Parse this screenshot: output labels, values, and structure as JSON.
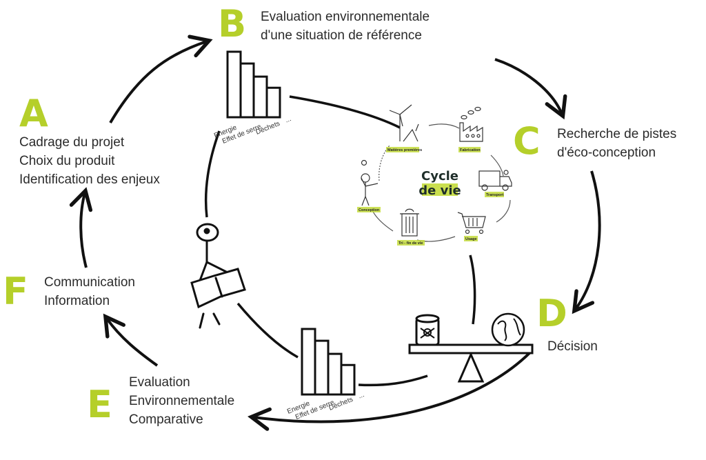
{
  "colors": {
    "accent": "#b5cf2a",
    "ink": "#111111",
    "text": "#2b2b2b"
  },
  "steps": [
    {
      "letter": "A",
      "lines": [
        "Cadrage du projet",
        "Choix du produit",
        "Identification des enjeux"
      ]
    },
    {
      "letter": "B",
      "lines": [
        "Evaluation environnementale",
        "d'une situation de référence"
      ]
    },
    {
      "letter": "C",
      "lines": [
        "Recherche de pistes",
        "d'éco-conception"
      ]
    },
    {
      "letter": "D",
      "lines": [
        "Décision"
      ]
    },
    {
      "letter": "E",
      "lines": [
        "Evaluation",
        "Environnementale",
        "Comparative"
      ]
    },
    {
      "letter": "F",
      "lines": [
        "Communication",
        "Information"
      ]
    }
  ],
  "bar_sketch_labels": [
    "Energie",
    "Effet de serre",
    "Déchets",
    "..."
  ],
  "bar_sketch_relative_heights": [
    1.0,
    0.82,
    0.62,
    0.45
  ],
  "life_cycle": {
    "title_line1": "Cycle",
    "title_line2": "de vie",
    "stages": [
      "Matières premières",
      "Fabrication",
      "Transport",
      "Usage",
      "Tri - fin de vie",
      "Conception"
    ]
  },
  "icons": [
    "wind-turbine-icon",
    "factory-icon",
    "truck-icon",
    "shopping-cart-icon",
    "trash-bin-icon",
    "stick-figure-idea-icon",
    "reading-stick-figure-icon",
    "balance-scale-icon",
    "toxic-barrel-icon",
    "globe-icon"
  ]
}
